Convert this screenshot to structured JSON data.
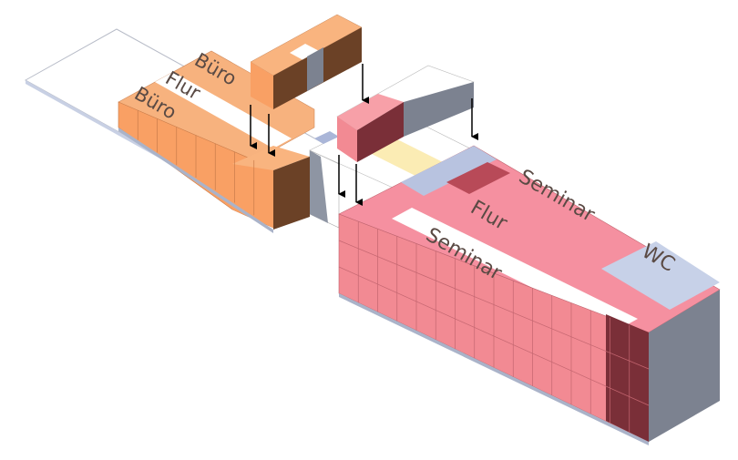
{
  "labels": {
    "buero_back": "Büro",
    "flur_left": "Flur",
    "buero_front": "Büro",
    "seminar_back": "Seminar",
    "flur_right": "Flur",
    "seminar_front": "Seminar",
    "wc": "WC"
  },
  "colors": {
    "office": "#f9a96b",
    "office_dark": "#6b4126",
    "seminar": "#f28a93",
    "seminar_dark": "#7a2f38",
    "corridor": "#ffffff",
    "service": "#c7d1e8",
    "grey_side": "#7c8290",
    "yellow": "#fbecb4"
  }
}
